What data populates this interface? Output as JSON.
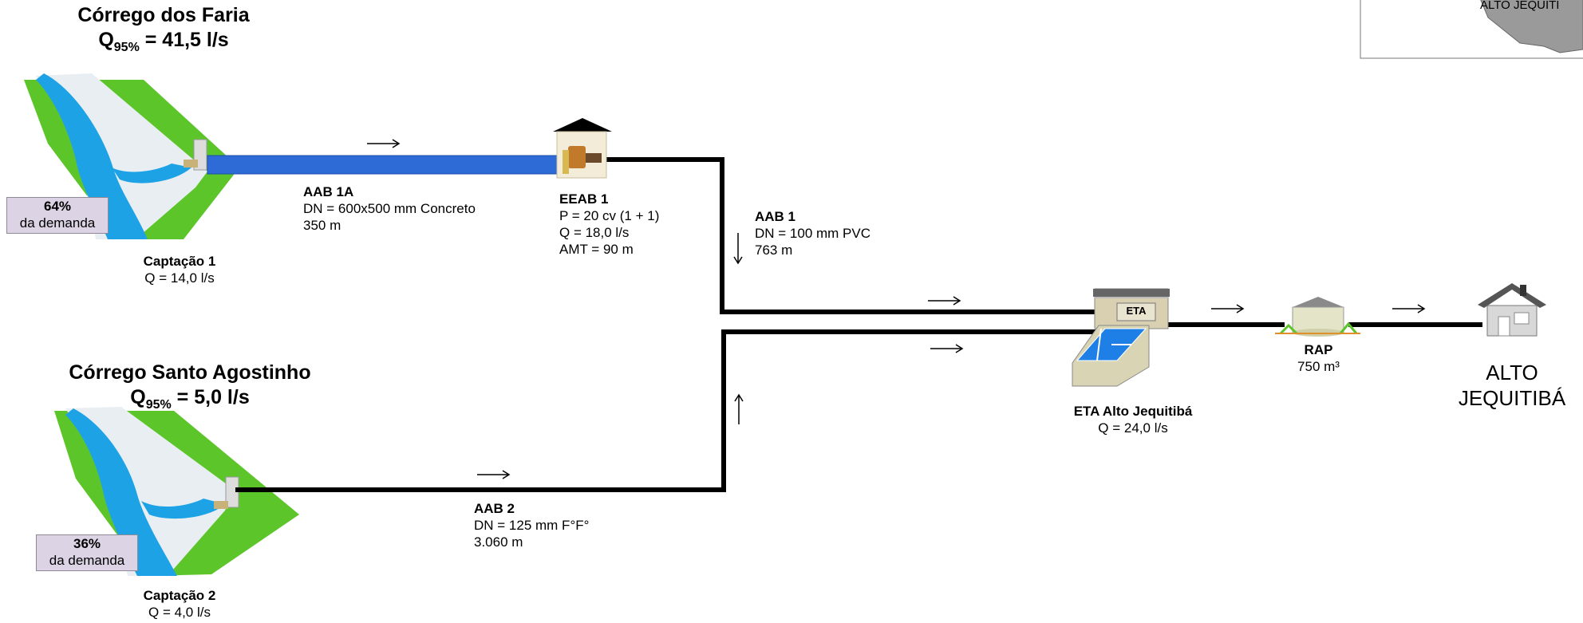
{
  "sources": [
    {
      "name": "Córrego dos Faria",
      "q_prefix": "Q",
      "q_sub": "95%",
      "q_value": " = 41,5 l/s",
      "intake_name": "Captação 1",
      "intake_flow": "Q = 14,0 l/s",
      "demand_pct": "64%",
      "demand_label": "da demanda"
    },
    {
      "name": "Córrego Santo Agostinho",
      "q_prefix": "Q",
      "q_sub": "95%",
      "q_value": " = 5,0 l/s",
      "intake_name": "Captação 2",
      "intake_flow": "Q = 4,0 l/s",
      "demand_pct": "36%",
      "demand_label": "da demanda"
    }
  ],
  "pipes": {
    "aab1a": {
      "name": "AAB 1A",
      "line1": "DN = 600x500 mm Concreto",
      "line2": "350 m"
    },
    "aab1": {
      "name": "AAB 1",
      "line1": "DN = 100 mm PVC",
      "line2": "763 m"
    },
    "aab2": {
      "name": "AAB 2",
      "line1": "DN = 125 mm F°F°",
      "line2": "3.060 m"
    }
  },
  "pump_station": {
    "name": "EEAB 1",
    "line1": "P = 20 cv (1 + 1)",
    "line2": "Q = 18,0 l/s",
    "line3": "AMT = 90 m"
  },
  "treatment_plant": {
    "badge": "ETA",
    "name": "ETA Alto Jequitibá",
    "flow": "Q = 24,0 l/s"
  },
  "reservoir": {
    "name": "RAP",
    "volume": "750 m³"
  },
  "city": {
    "line1": "ALTO",
    "line2": "JEQUITIBÁ"
  },
  "inset_map": {
    "label": "ALTO JEQUITI"
  },
  "colors": {
    "pipe_blue": "#2f6bd6",
    "pipe_black": "#000000",
    "river": "#1ea2e6",
    "grass": "#5cc52a",
    "demand_box": "#dcd3e4",
    "map_gray": "#9a9a9a"
  }
}
